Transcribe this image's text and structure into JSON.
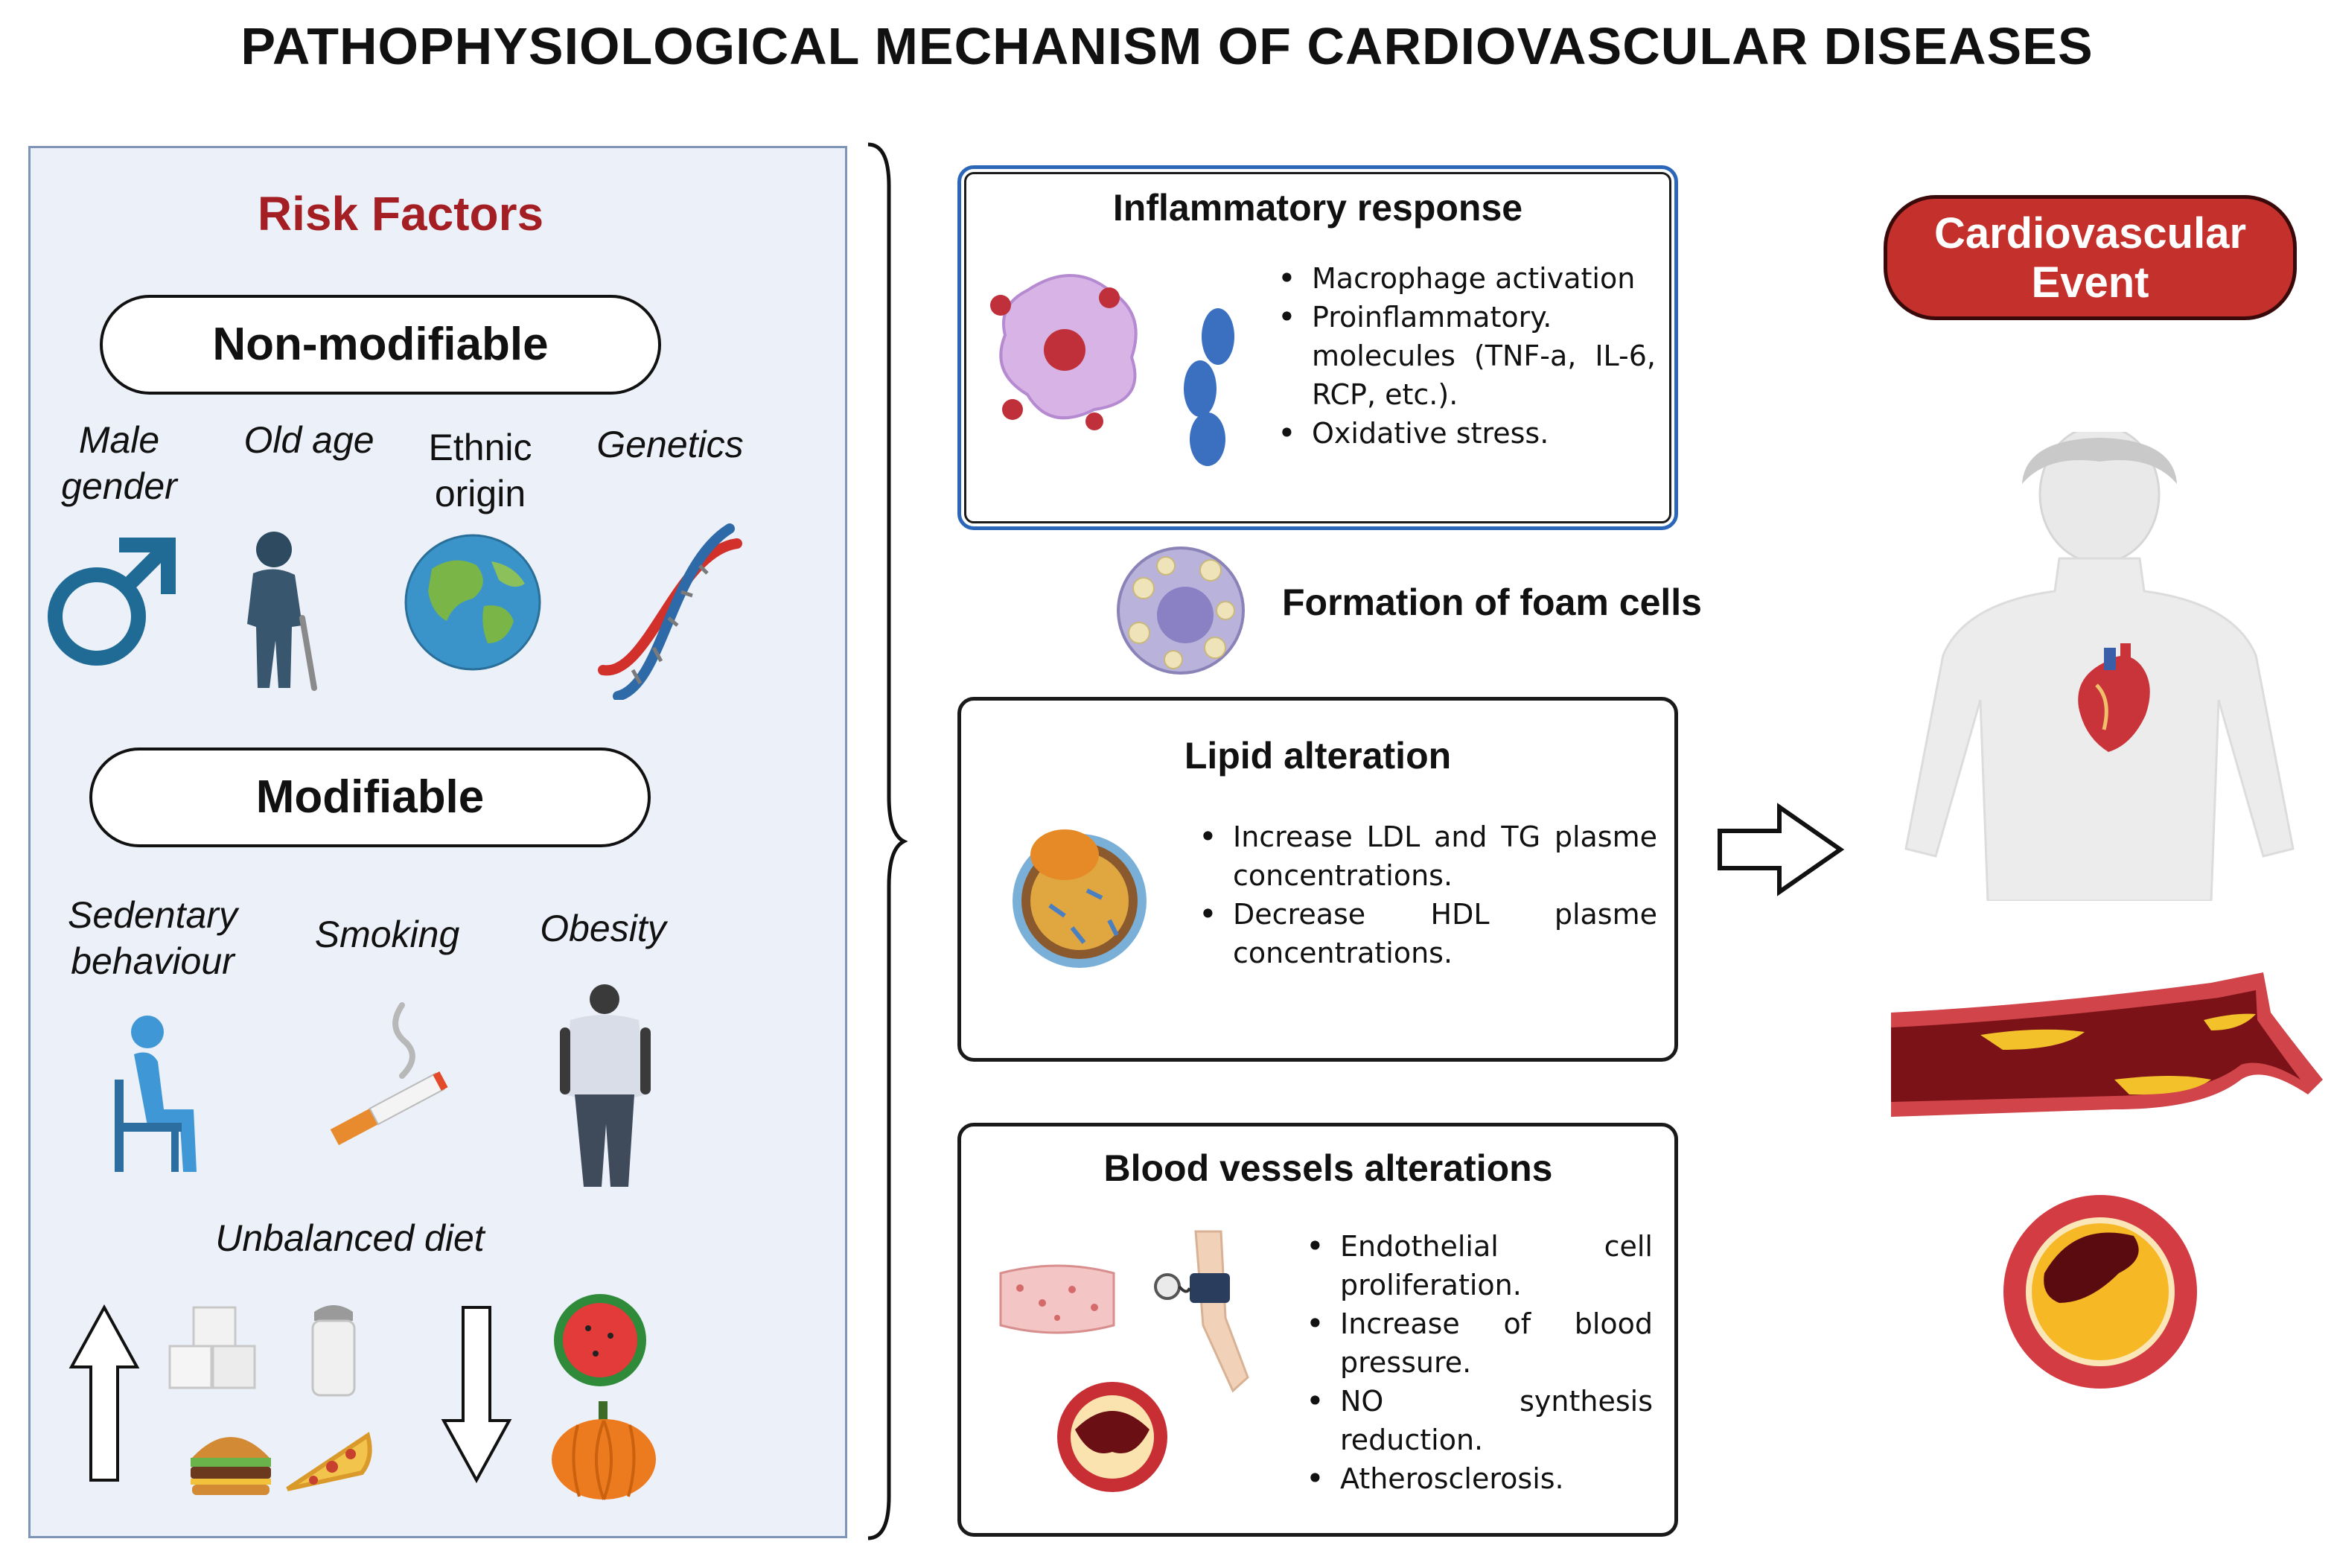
{
  "title": "PATHOPHYSIOLOGICAL MECHANISM OF CARDIOVASCULAR DISEASES",
  "risk_factors": {
    "heading": "Risk Factors",
    "non_modifiable": {
      "label": "Non-modifiable",
      "items": [
        {
          "label": "Male\ngender",
          "icon": "male-symbol-icon"
        },
        {
          "label": "Old age",
          "icon": "elderly-person-icon"
        },
        {
          "label": "Ethnic\norigin",
          "icon": "globe-icon"
        },
        {
          "label": "Genetics",
          "icon": "dna-icon"
        }
      ]
    },
    "modifiable": {
      "label": "Modifiable",
      "items": [
        {
          "label": "Sedentary\nbehaviour",
          "icon": "sitting-person-icon"
        },
        {
          "label": "Smoking",
          "icon": "cigarette-icon"
        },
        {
          "label": "Obesity",
          "icon": "obese-person-icon"
        }
      ],
      "diet": {
        "label": "Unbalanced diet",
        "increase_icons": [
          "up-arrow-icon",
          "sugar-cubes-icon",
          "salt-shaker-icon",
          "burger-icon",
          "pizza-icon"
        ],
        "decrease_icons": [
          "down-arrow-icon",
          "watermelon-icon",
          "pumpkin-icon"
        ]
      }
    }
  },
  "mechanisms": {
    "inflammatory": {
      "title": "Inflammatory response",
      "bullets": [
        "Macrophage activation",
        "Proinflammatory. molecules (TNF-a, IL-6, RCP, etc.).",
        "Oxidative stress."
      ]
    },
    "foam_cells": {
      "label": "Formation of foam cells"
    },
    "lipid": {
      "title": "Lipid alteration",
      "bullets": [
        "Increase LDL and TG plasme concentrations.",
        "Decrease HDL plasme concentrations."
      ]
    },
    "vessels": {
      "title": "Blood vessels alterations",
      "bullets": [
        "Endothelial cell proliferation.",
        "Increase of blood pressure.",
        "NO synthesis reduction.",
        "Atherosclerosis."
      ]
    }
  },
  "outcome": {
    "label": "Cardiovascular\nEvent"
  },
  "colors": {
    "accent_red": "#c4302b",
    "risk_heading": "#a41f23",
    "panel_bg": "#ecf0f8",
    "box_blue_border": "#2b66b8"
  }
}
